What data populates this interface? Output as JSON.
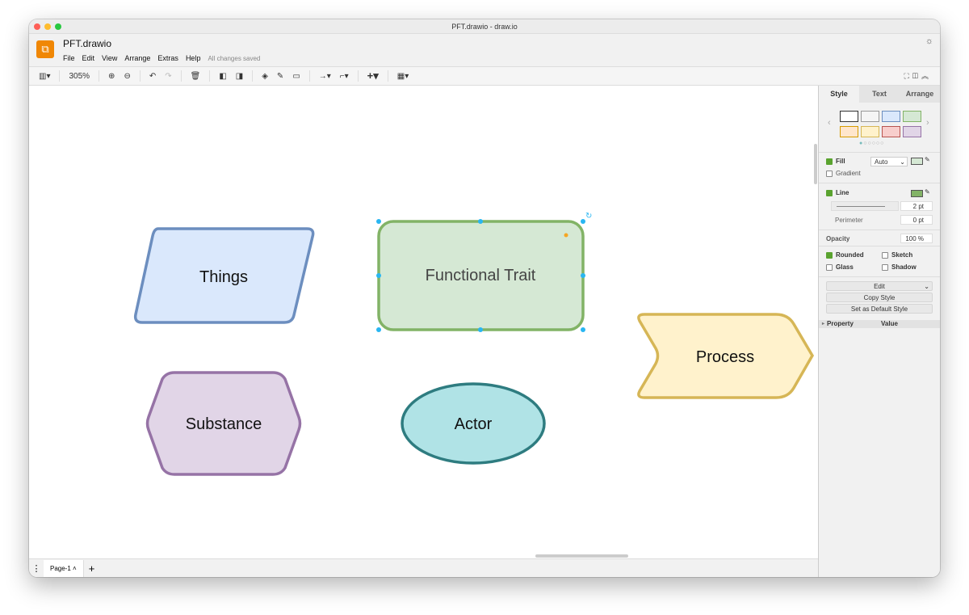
{
  "window": {
    "title": "PFT.drawio - draw.io"
  },
  "header": {
    "file_name": "PFT.drawio",
    "menu": [
      "File",
      "Edit",
      "View",
      "Arrange",
      "Extras",
      "Help"
    ],
    "status": "All changes saved"
  },
  "toolbar": {
    "zoom": "305%"
  },
  "shapes": {
    "things": "Things",
    "functional_trait": "Functional Trait",
    "process": "Process",
    "substance": "Substance",
    "actor": "Actor"
  },
  "colors": {
    "things_fill": "#dae8fc",
    "things_stroke": "#6c8ebf",
    "trait_fill": "#d5e8d4",
    "trait_stroke": "#82b366",
    "process_fill": "#fff2cc",
    "process_stroke": "#d6b656",
    "substance_fill": "#e1d5e7",
    "substance_stroke": "#9673a6",
    "actor_fill": "#b0e3e6",
    "actor_stroke": "#0e8088",
    "selection": "#29b6f2"
  },
  "footer": {
    "page_tab": "Page-1"
  },
  "panel": {
    "tabs": [
      "Style",
      "Text",
      "Arrange"
    ],
    "fill_label": "Fill",
    "fill_mode": "Auto",
    "gradient_label": "Gradient",
    "line_label": "Line",
    "line_width": "2 pt",
    "perimeter_label": "Perimeter",
    "perimeter_value": "0 pt",
    "opacity_label": "Opacity",
    "opacity_value": "100 %",
    "rounded": "Rounded",
    "sketch": "Sketch",
    "glass": "Glass",
    "shadow": "Shadow",
    "edit": "Edit",
    "copy_style": "Copy Style",
    "set_default": "Set as Default Style",
    "property_header": "Property",
    "value_header": "Value"
  }
}
